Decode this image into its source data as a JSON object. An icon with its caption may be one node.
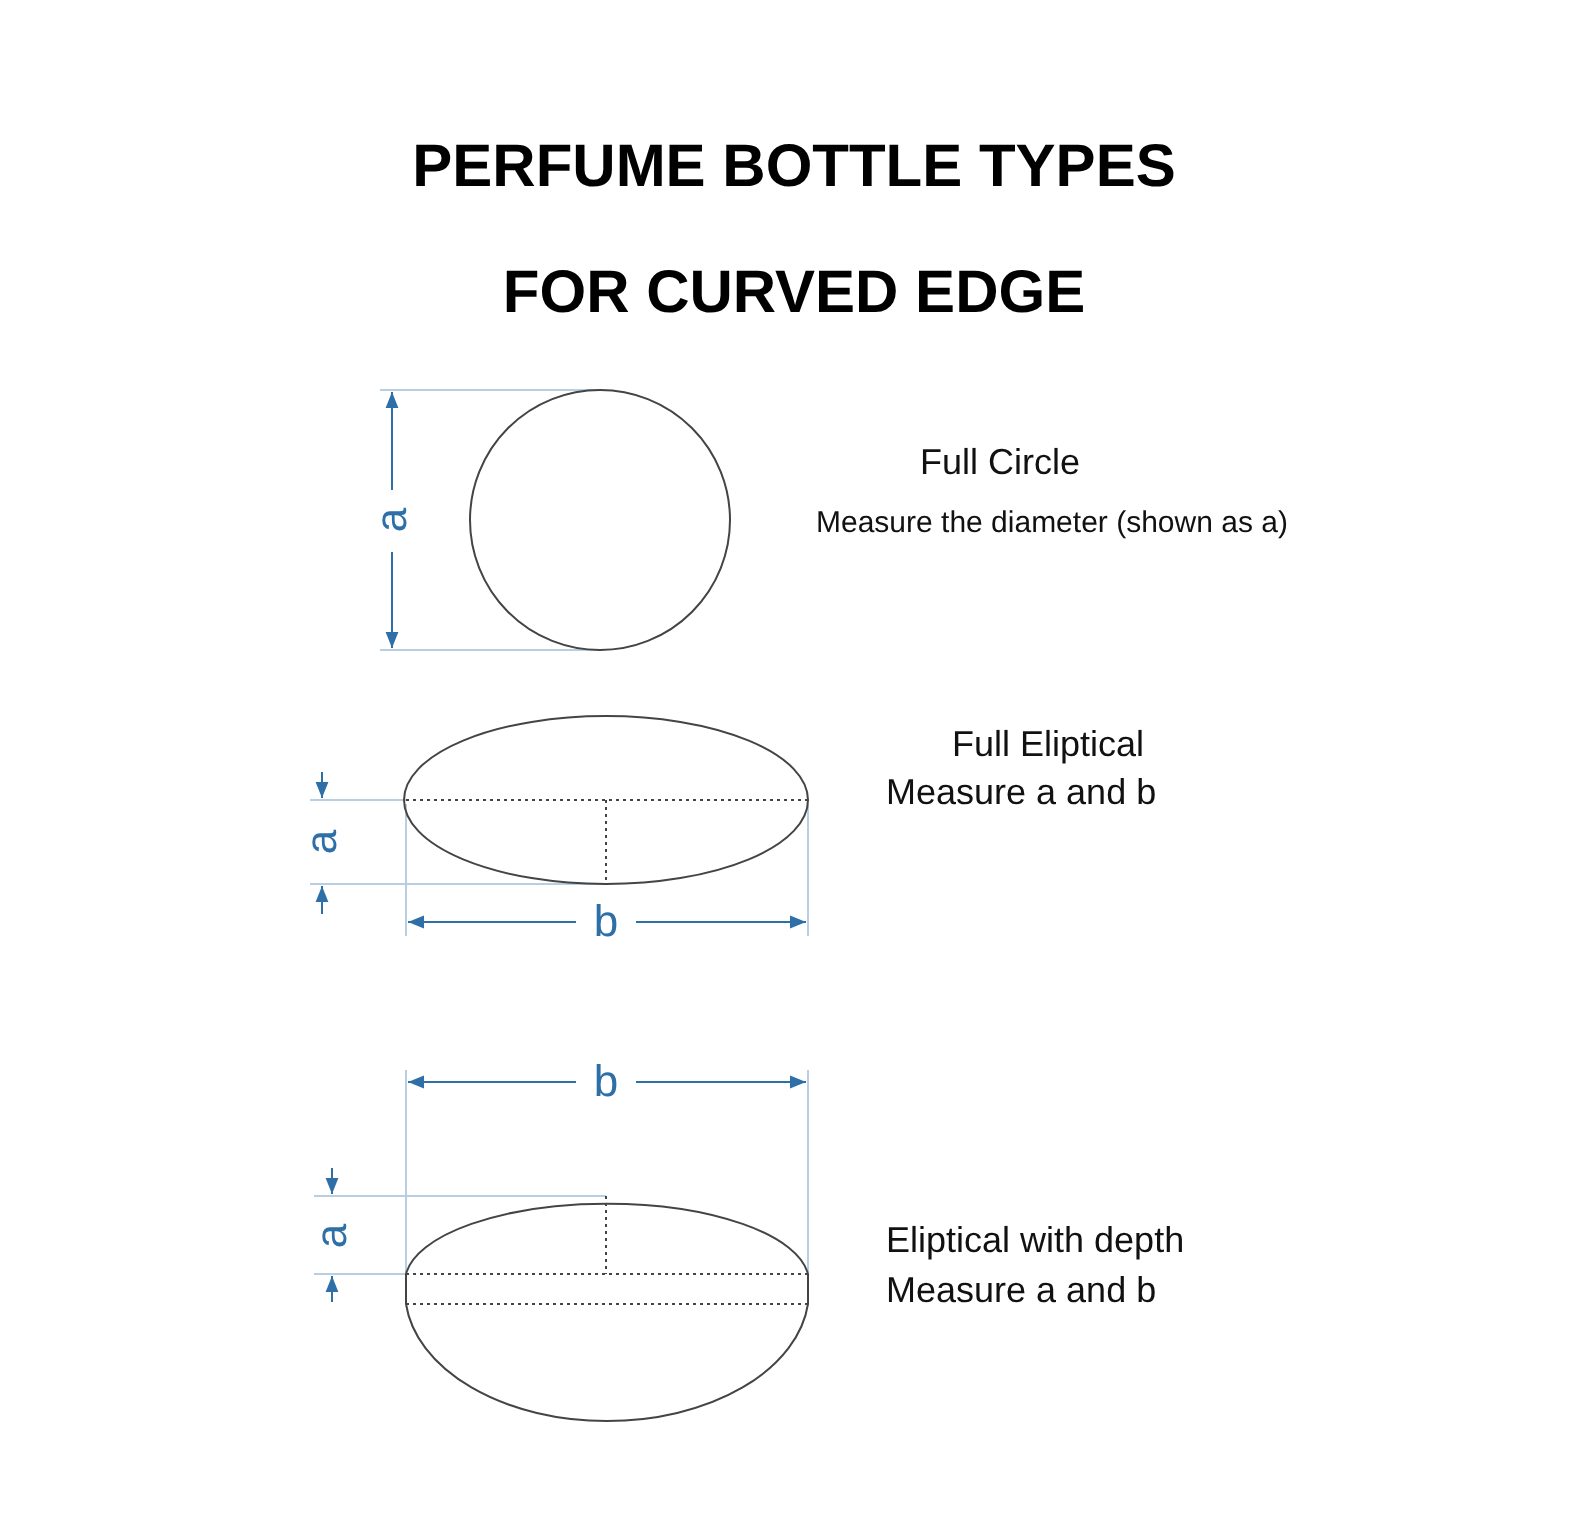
{
  "diagram": {
    "title": "PERFUME BOTTLE TYPES FOR CURVED EDGE",
    "labels": [
      "a",
      "Full Circle",
      "Measure the diameter (shown as a)",
      "Full Eliptical",
      "a",
      "Measure a and b",
      "b",
      "b",
      "a",
      "Eliptical with depth",
      "Measure a and b"
    ]
  }
}
